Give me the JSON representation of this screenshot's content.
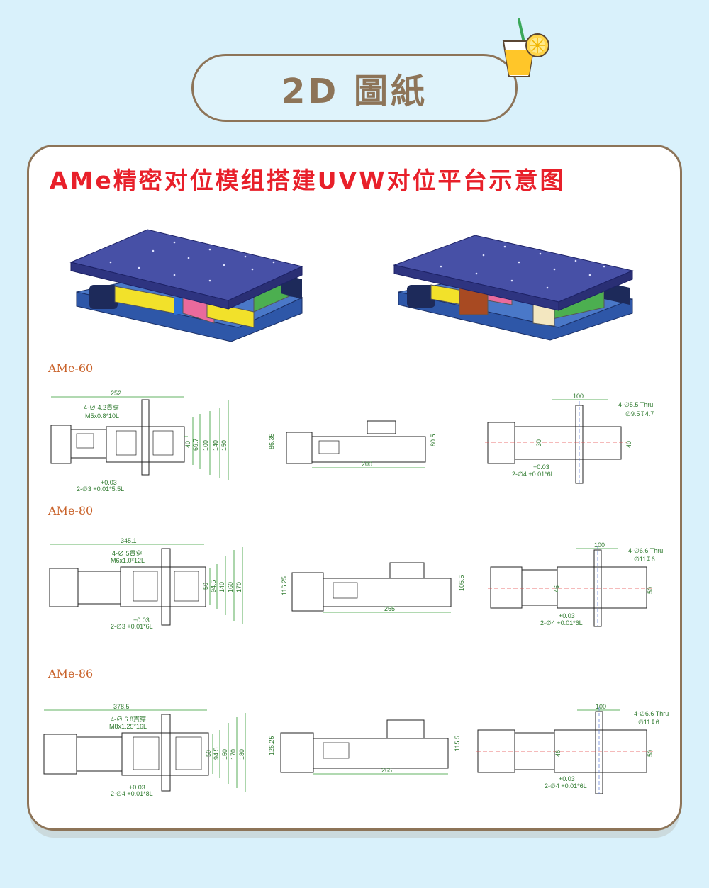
{
  "header": {
    "title": "2D 圖紙"
  },
  "card": {
    "title": "AMe精密对位模组搭建UVW对位平台示意图"
  },
  "models": [
    {
      "label": "AMe-60",
      "top": {
        "length": "252",
        "hole_note": "4-∅ 4.2貫穿",
        "thread_note": "M5x0.8*10L",
        "dims": [
          "40",
          "69.7",
          "100",
          "140",
          "150"
        ],
        "tol": "+0.03",
        "pin_note": "2-∅3 +0.01*5.5L"
      },
      "side": {
        "height": "86.35",
        "width": "200",
        "right": "80.5"
      },
      "end": {
        "width": "100",
        "thru_note": "4-∅5.5 Thru",
        "cbore_note": "∅9.5↧4.7",
        "mid": "30",
        "right": "40",
        "tol": "+0.03",
        "pin_note": "2-∅4 +0.01*6L"
      }
    },
    {
      "label": "AMe-80",
      "top": {
        "length": "345.1",
        "hole_note": "4-∅ 5貫穿",
        "thread_note": "M6x1.0*12L",
        "dims": [
          "50",
          "94.5",
          "140",
          "160",
          "170"
        ],
        "tol": "+0.03",
        "pin_note": "2-∅3 +0.01*6L"
      },
      "side": {
        "height": "116.25",
        "width": "265",
        "right": "105.5"
      },
      "end": {
        "width": "100",
        "thru_note": "4-∅6.6 Thru",
        "cbore_note": "∅11↧6",
        "mid": "46",
        "right": "50",
        "tol": "+0.03",
        "pin_note": "2-∅4 +0.01*6L"
      }
    },
    {
      "label": "AMe-86",
      "top": {
        "length": "378.5",
        "hole_note": "4-∅ 6.8貫穿",
        "thread_note": "M8x1.25*16L",
        "dims": [
          "50",
          "94.5",
          "150",
          "170",
          "180"
        ],
        "tol": "+0.03",
        "pin_note": "2-∅4 +0.01*8L"
      },
      "side": {
        "height": "126.25",
        "width": "265",
        "right": "115.5"
      },
      "end": {
        "width": "100",
        "thru_note": "4-∅6.6 Thru",
        "cbore_note": "∅11↧6",
        "mid": "46",
        "right": "50",
        "tol": "+0.03",
        "pin_note": "2-∅4 +0.01*6L"
      }
    }
  ]
}
